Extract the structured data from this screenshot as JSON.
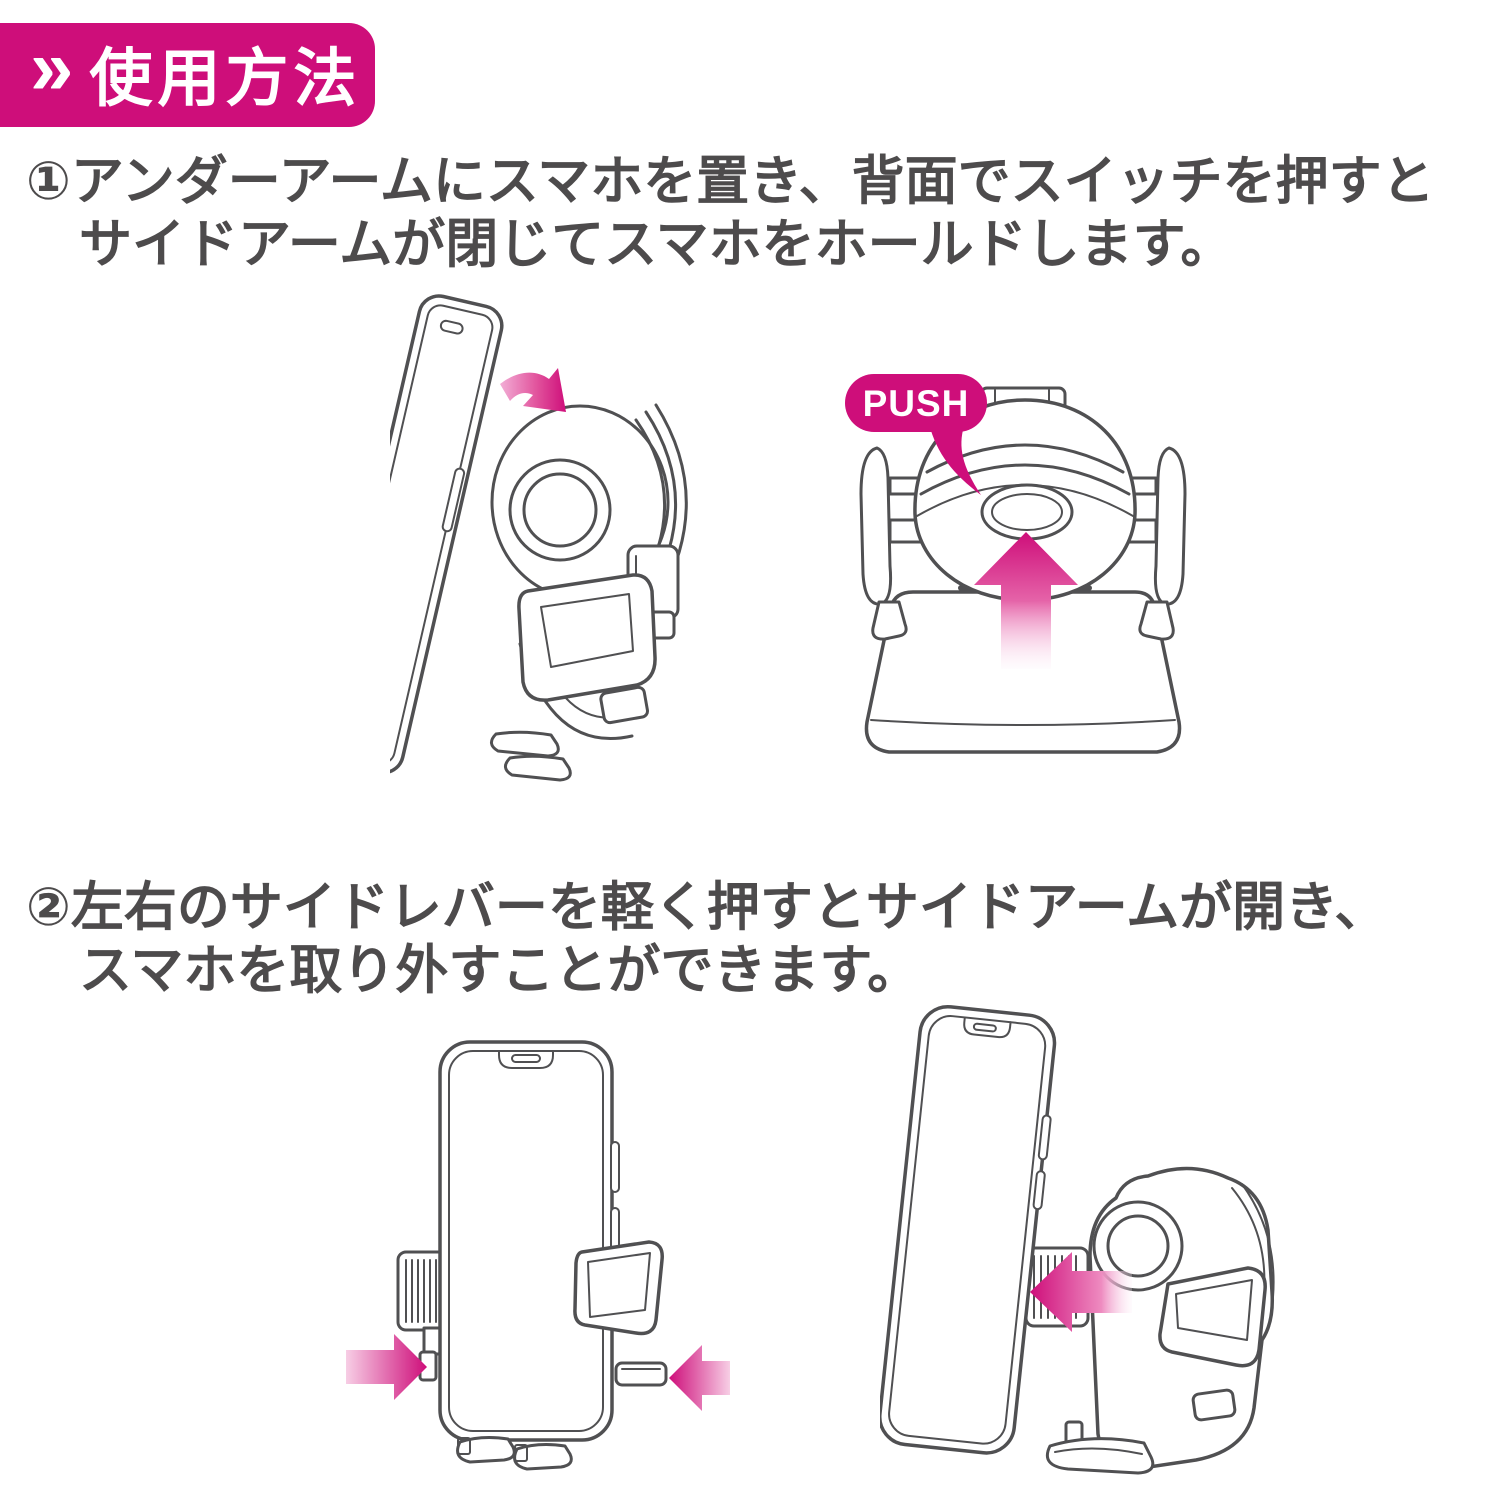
{
  "header": {
    "chevron_icon": "»",
    "title": "使用方法"
  },
  "colors": {
    "accent": "#CE0E7A",
    "text": "#4D4B4C",
    "line_art": "#505052",
    "background": "#FFFFFF",
    "arrow_gradient_light": "#F7CEE5"
  },
  "steps": [
    {
      "number": "①",
      "lines": [
        "アンダーアームにスマホを置き、背面でスイッチを押すと",
        "サイドアームが閉じてスマホをホールドします。"
      ]
    },
    {
      "number": "②",
      "lines": [
        "左右のサイドレバーを軽く押すとサイドアームが開き、",
        "スマホを取り外すことができます。"
      ]
    }
  ],
  "figures": {
    "step1_right": {
      "push_label": "PUSH"
    }
  }
}
